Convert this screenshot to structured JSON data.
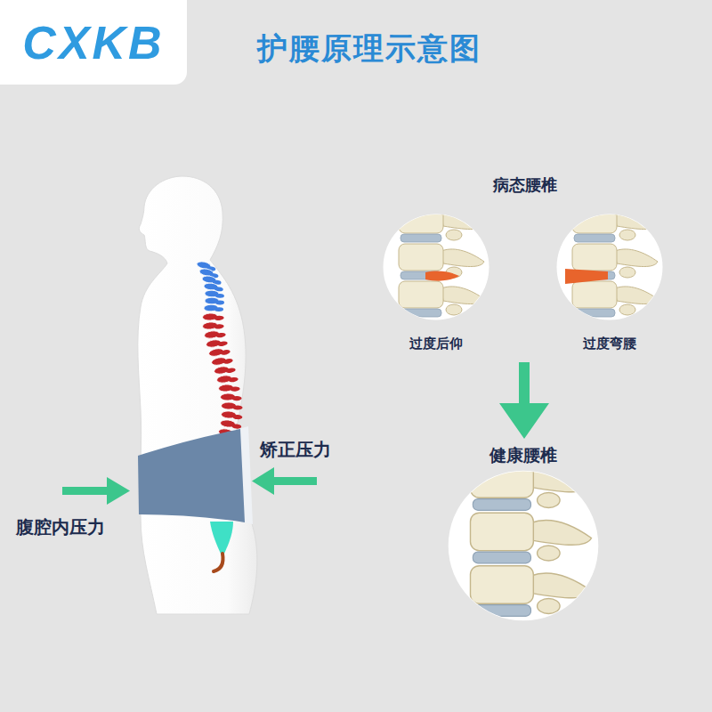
{
  "diagram": {
    "title": "护腰原理示意图",
    "nodes": [
      {
        "text": [
          "CXKB"
        ]
      },
      {
        "text": [
          "病态腰椎"
        ]
      },
      {
        "text": [
          "过度后仰"
        ],
        "in": 1
      },
      {
        "text": [
          "过度弯腰"
        ],
        "in": 1
      },
      {
        "text": [
          "健康腰椎"
        ]
      }
    ],
    "edges": [
      {
        "from": 1,
        "to": 4,
        "arrow": "to"
      }
    ],
    "labels": [
      "矫正压力",
      "腹腔内压力"
    ]
  }
}
